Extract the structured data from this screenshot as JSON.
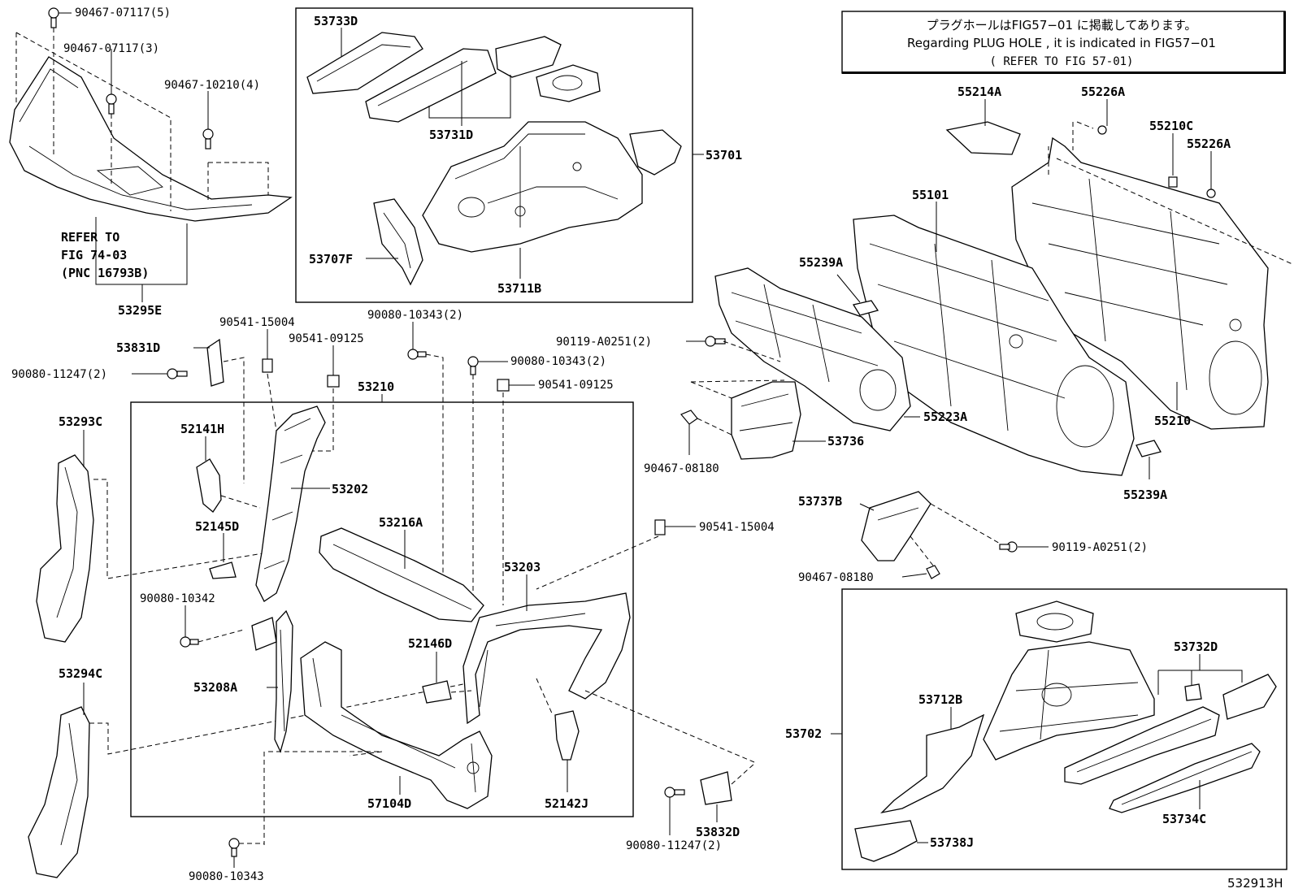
{
  "note": {
    "line1": "プラグホールはFIG57−01 に掲載してあります。",
    "line2": "Regarding  PLUG HOLE , it is indicated  in  FIG57−01",
    "line3": "( REFER TO FIG 57-01)"
  },
  "refer": {
    "line1": "REFER TO",
    "line2": "FIG 74-03",
    "line3": "(PNC 16793B)"
  },
  "figure_id": "532913H",
  "labels": {
    "l1": "90467-07117(5)",
    "l2": "90467-07117(3)",
    "l3": "90467-10210(4)",
    "l4": "53295E",
    "l5": "53733D",
    "l6": "53731D",
    "l7": "53701",
    "l8": "53707F",
    "l9": "53711B",
    "l10": "55214A",
    "l11": "55226A",
    "l12": "55210C",
    "l13": "55226A",
    "l14": "55101",
    "l15": "55239A",
    "l16": "55223A",
    "l17": "55210",
    "l18": "55239A",
    "l19": "53736",
    "l20": "90467-08180",
    "l21": "90119-A0251(2)",
    "l22": "53737B",
    "l23": "90119-A0251(2)",
    "l24": "90467-08180",
    "l25": "53831D",
    "l26": "90080-11247(2)",
    "l27": "90541-15004",
    "l28": "90541-09125",
    "l29": "90080-10343(2)",
    "l30": "90080-10343(2)",
    "l31": "90541-09125",
    "l32": "53210",
    "l33": "53293C",
    "l34": "52141H",
    "l35": "53202",
    "l36": "52145D",
    "l37": "53216A",
    "l38": "90541-15004",
    "l39": "53203",
    "l40": "90080-10342",
    "l41": "52146D",
    "l42": "53208A",
    "l43": "53294C",
    "l44": "57104D",
    "l45": "52142J",
    "l46": "53832D",
    "l47": "90080-11247(2)",
    "l48": "90080-10343",
    "l49": "53702",
    "l50": "53732D",
    "l51": "53712B",
    "l52": "53734C",
    "l53": "53738J"
  }
}
